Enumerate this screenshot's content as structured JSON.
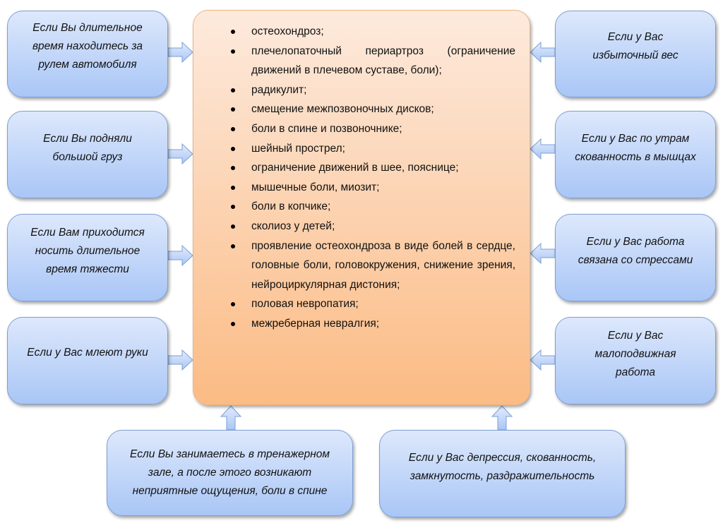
{
  "left_boxes": [
    "Если Вы длительное время находитесь за рулем автомобиля",
    "Если Вы подняли большой груз",
    "Если Вам приходится носить длительное время тяжести",
    "Если у Вас млеют руки"
  ],
  "right_boxes": [
    "Если у Вас избыточный вес",
    "Если у Вас по утрам скованность в мышцах",
    "Если у Вас работа связана со стрессами",
    "Если у Вас малоподвижная работа"
  ],
  "bottom_boxes": [
    "Если Вы занимаетесь в тренажерном зале, а после этого возникают неприятные ощущения, боли в спине",
    "Если у Вас депрессия, скованность, замкнутость, раздражительность"
  ],
  "conditions": [
    "остеохондроз;",
    "плечелопаточный периартроз (ограничение движений в плечевом суставе, боли);",
    "радикулит;",
    "смещение межпозвоночных дисков;",
    "боли в спине и позвоночнике;",
    "шейный прострел;",
    "ограничение движений в шее, пояснице;",
    "мышечные боли, миозит;",
    "боли в копчике;",
    "сколиоз у детей;",
    "проявление остеохондроза в виде болей в сердце, головные боли, головокружения, снижение зрения, нейроциркулярная дистония;",
    "половая невропатия;",
    "межреберная невралгия;"
  ],
  "colors": {
    "blue_top": "#dde8fc",
    "blue_bottom": "#a9c6f6",
    "orange_top": "#fdeadd",
    "orange_bottom": "#fbbb84"
  }
}
